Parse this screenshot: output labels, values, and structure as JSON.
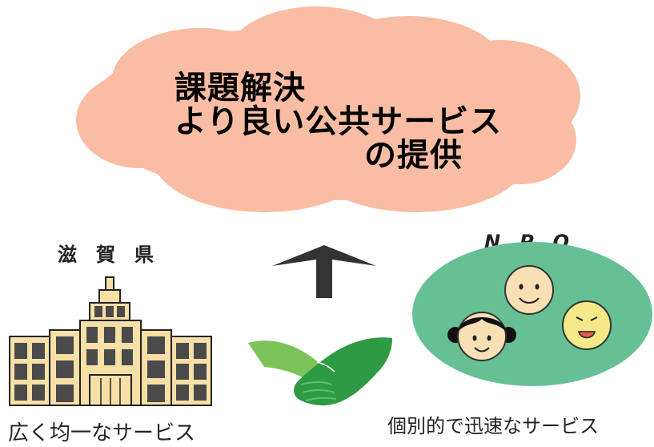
{
  "cloud": {
    "line1": "課題解決",
    "line2": "より良い公共サービス",
    "line3": "の提供",
    "fill": "#f9bda3"
  },
  "left": {
    "title": "滋　賀　県",
    "caption": "広く均一なサービス",
    "building_icon": "government-building-icon",
    "building_fill": "#f7e0a6",
    "window_fill": "#4a4a4a"
  },
  "right": {
    "title": "N　P　O",
    "caption": "個別的で迅速なサービス",
    "ellipse_fill": "#66c094",
    "faces_icon": "people-faces-icon"
  },
  "center": {
    "arrow_icon": "up-arrow-icon",
    "handshake_icon": "handshake-icon",
    "hand_light": "#7cc35a",
    "hand_dark": "#2e9a44"
  }
}
